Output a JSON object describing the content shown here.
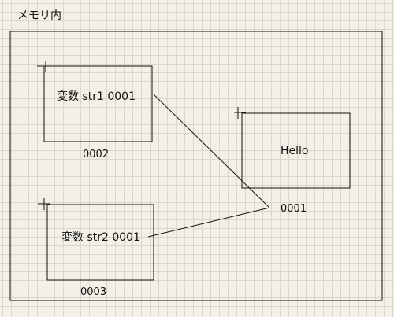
{
  "memory": {
    "title": "メモリ内"
  },
  "boxes": {
    "str1": {
      "label": "変数 str1 0001",
      "address": "0002"
    },
    "hello": {
      "label": "Hello",
      "address": "0001"
    },
    "str2": {
      "label": "変数 str2 0001",
      "address": "0003"
    }
  },
  "colors": {
    "background": "#f3f1e7",
    "grid": "#d9d6cb",
    "stroke": "#111111"
  }
}
